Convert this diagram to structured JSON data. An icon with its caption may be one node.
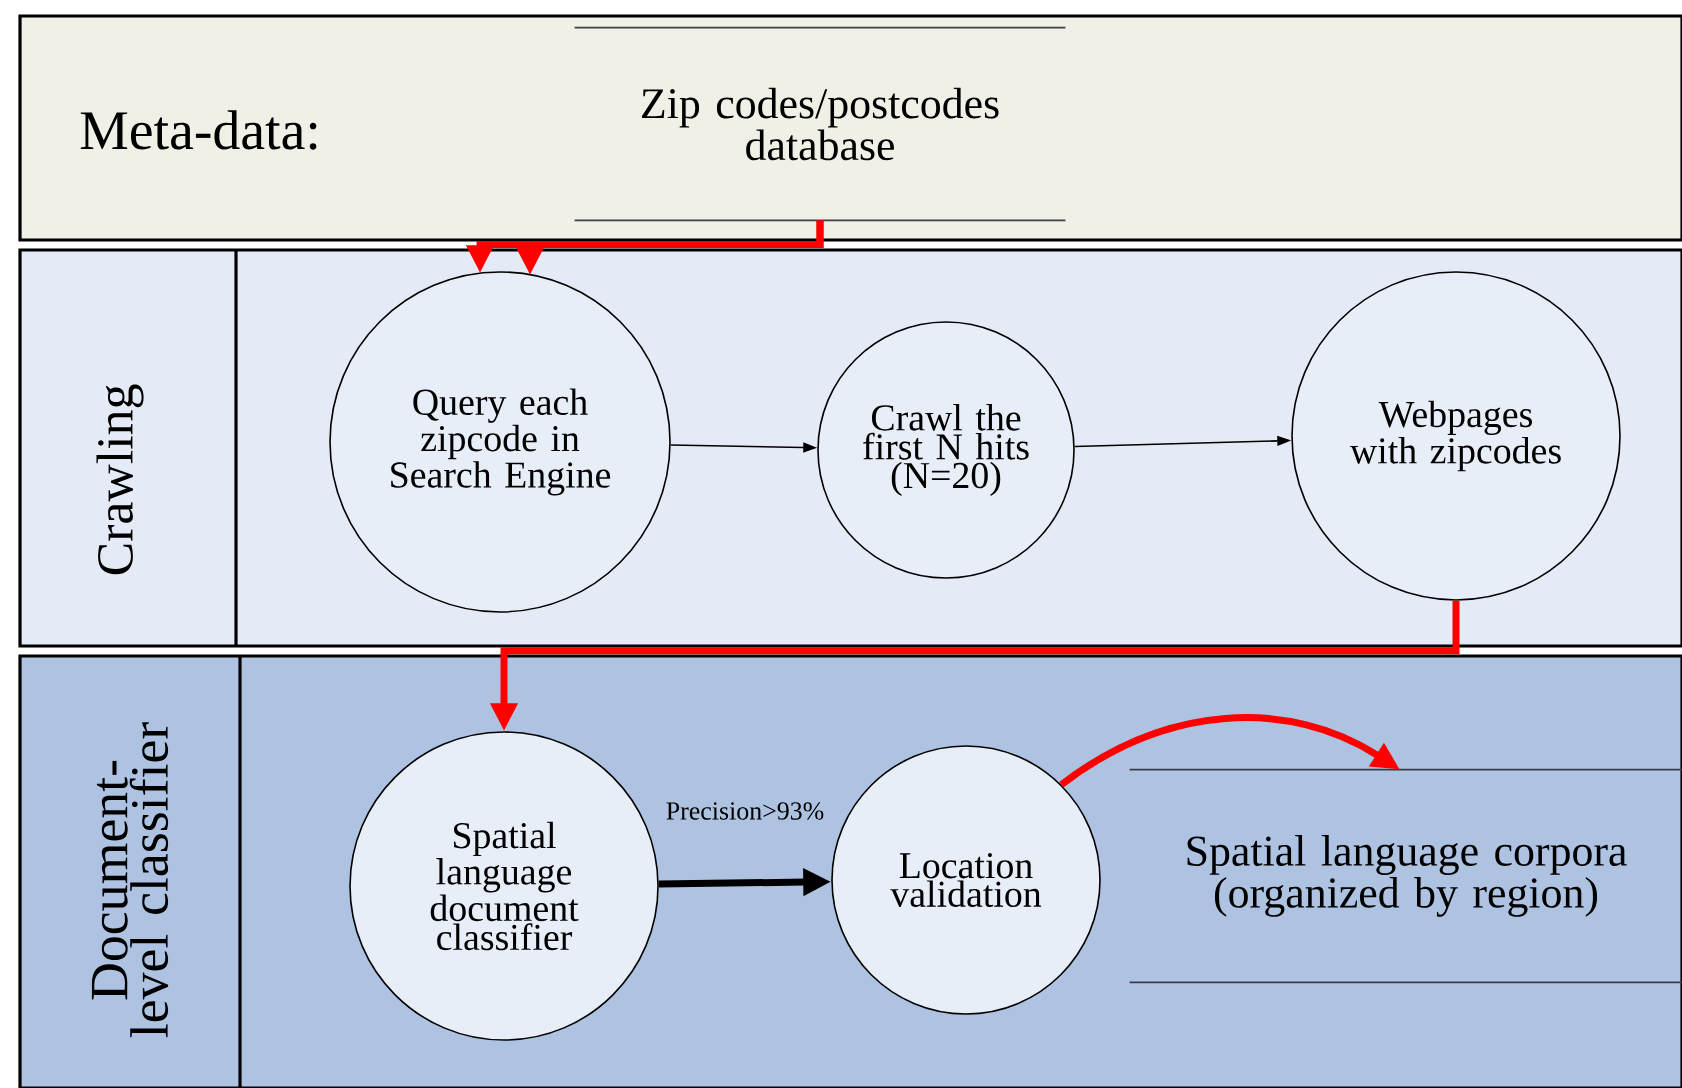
{
  "diagram": {
    "nodes": [
      {
        "text": [
          "Meta-data:"
        ]
      },
      {
        "text": [
          "Zip codes/postcodes database"
        ],
        "in": 0
      },
      {
        "text": [
          "Crawling"
        ]
      },
      {
        "text": [
          "Query each zipcode in Search Engine"
        ],
        "in": 2
      },
      {
        "text": [
          "Crawl the first N hits (N=20)"
        ],
        "in": 2
      },
      {
        "text": [
          "Webpages with zipcodes"
        ],
        "in": 2
      },
      {
        "text": [
          "Document-level classifier"
        ]
      },
      {
        "text": [
          "Spatial language document classifier"
        ],
        "in": 6
      },
      {
        "text": [
          "Location validation"
        ],
        "in": 6
      },
      {
        "text": [
          "Spatial language corpora (organized by region)"
        ],
        "in": 6
      }
    ],
    "edges": [
      {
        "from": 1,
        "to": 3,
        "arrow": "to"
      },
      {
        "from": 1,
        "to": 3,
        "arrow": "to"
      },
      {
        "from": 3,
        "to": 4,
        "arrow": "to",
        "color": "#000000"
      },
      {
        "from": 4,
        "to": 5,
        "arrow": "to",
        "color": "#000000"
      },
      {
        "from": 5,
        "to": 7,
        "arrow": "to"
      },
      {
        "from": 7,
        "to": 8,
        "arrow": "to",
        "label": "Precision>93%",
        "color": "#000000"
      },
      {
        "from": 8,
        "to": 9,
        "arrow": "to"
      }
    ]
  }
}
